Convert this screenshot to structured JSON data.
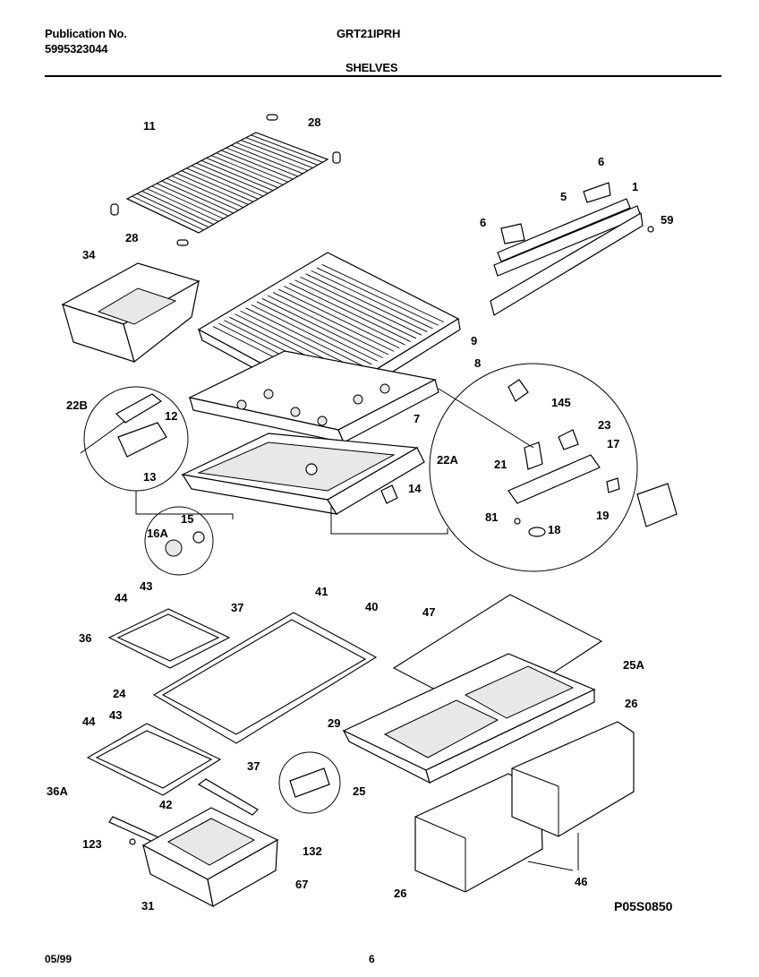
{
  "header": {
    "publication_label": "Publication No.",
    "publication_number": "5995323044",
    "model": "GRT21IPRH",
    "section": "SHELVES"
  },
  "footer": {
    "date": "05/99",
    "page": "6"
  },
  "diagram_code": "P05S0850",
  "callouts": [
    "11",
    "28",
    "28",
    "6",
    "6",
    "5",
    "1",
    "59",
    "34",
    "9",
    "8",
    "22B",
    "12",
    "13",
    "145",
    "23",
    "17",
    "7",
    "22A",
    "21",
    "14",
    "16A",
    "15",
    "81",
    "18",
    "19",
    "44",
    "43",
    "41",
    "40",
    "47",
    "37",
    "36",
    "24",
    "29",
    "25A",
    "26",
    "44",
    "43",
    "37",
    "36A",
    "42",
    "25",
    "132",
    "123",
    "31",
    "67",
    "26",
    "46"
  ]
}
